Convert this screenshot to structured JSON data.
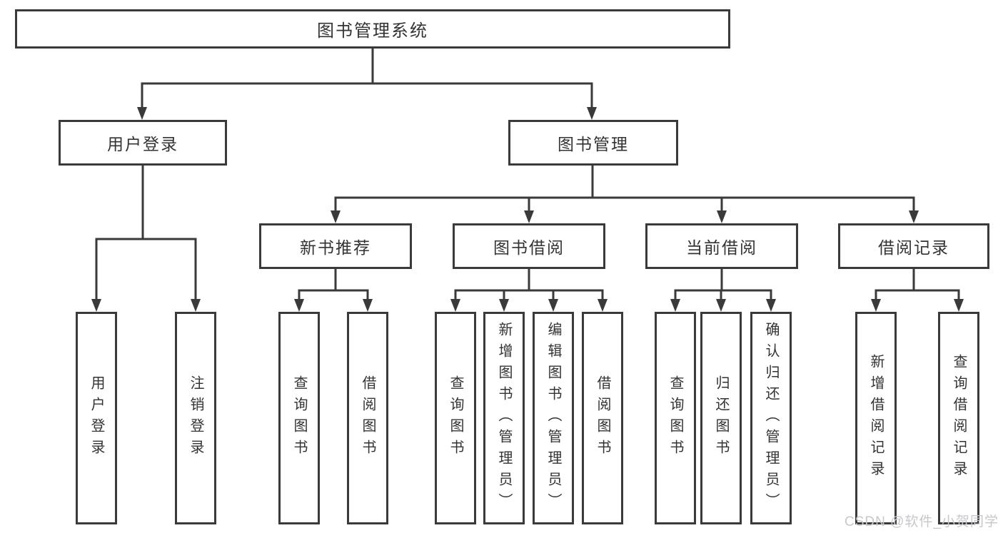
{
  "tree": {
    "label": "图书管理系统",
    "children": [
      {
        "label": "用户登录",
        "children": [
          {
            "label": "用户登录"
          },
          {
            "label": "注销登录"
          }
        ]
      },
      {
        "label": "图书管理",
        "children": [
          {
            "label": "新书推荐",
            "children": [
              {
                "label": "查询图书"
              },
              {
                "label": "借阅图书"
              }
            ]
          },
          {
            "label": "图书借阅",
            "children": [
              {
                "label": "查询图书"
              },
              {
                "label": "新增图书（管理员）"
              },
              {
                "label": "编辑图书（管理员）"
              },
              {
                "label": "借阅图书"
              }
            ]
          },
          {
            "label": "当前借阅",
            "children": [
              {
                "label": "查询图书"
              },
              {
                "label": "归还图书"
              },
              {
                "label": "确认归还（管理员）"
              }
            ]
          },
          {
            "label": "借阅记录",
            "children": [
              {
                "label": "新增借阅记录"
              },
              {
                "label": "查询借阅记录"
              }
            ]
          }
        ]
      }
    ]
  },
  "watermark": {
    "text": "CSDN @软件_小贺同学"
  },
  "colors": {
    "line": "#3a3a3a",
    "text": "#333333",
    "watermark": "#c8c8cc",
    "background": "#ffffff"
  }
}
